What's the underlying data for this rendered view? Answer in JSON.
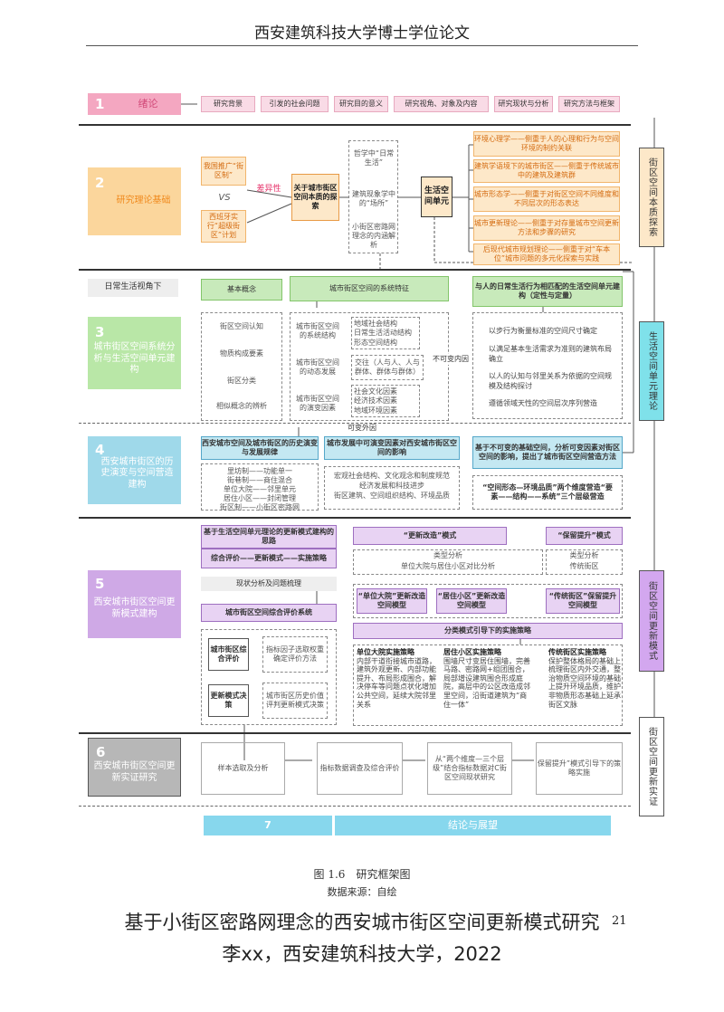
{
  "header": {
    "title": "西安建筑科技大学博士学位论文"
  },
  "row1": {
    "num": "1",
    "title": "绪论",
    "items": [
      "研究背景",
      "引发的社会问题",
      "研究目的意义",
      "研究视角、对象及内容",
      "研究现状与分析",
      "研究方法与框架"
    ]
  },
  "row2": {
    "num": "2",
    "title": "研究理论基础",
    "china": "我国推广“街区制”",
    "vs": "VS",
    "spain": "西班牙实行“超级街区”计划",
    "diff": "差异性",
    "essence": "关于城市街区空间本质的探索",
    "philo": "哲学中“日常生活”",
    "phenom": "建筑现象学中的“场所”",
    "small": "小街区密路网理念的内涵解析",
    "unit": "生活空间单元",
    "theories": [
      "环境心理学——侧重于人的心理和行为与空间环境的制约关联",
      "建筑学语境下的城市街区——侧重于传统城市中的建筑及建筑群",
      "城市形态学——侧重于对街区空间不同维度和不同层次的形态表达",
      "城市更新理论——侧重于对存量城市空间更新方法和步骤的研究",
      "后现代城市规划理论——侧重于对“车本位”城市问题的多元化探索与实践"
    ]
  },
  "side_labels": [
    "街区空间本质探索",
    "生活空间单元理论",
    "街区空间更新模式",
    "街区空间更新实证"
  ],
  "row3": {
    "num": "3",
    "title": "城市街区空间系统分析与生活空间单元建构",
    "perspective": "日常生活视角下",
    "basic": "基本概念",
    "system": "城市街区空间的系统特征",
    "match": "与人的日常生活行为相匹配的生活空间单元建构（定性与定量）",
    "concepts": [
      "街区空间认知",
      "物质构成要素",
      "街区分类",
      "相似概念的辨析"
    ],
    "feat_left": [
      "城市街区空间的系统结构",
      "城市街区空间的动态发展",
      "城市街区空间的演变因素"
    ],
    "struct": [
      "地域社会结构",
      "日常生活活动结构",
      "形态空间结构"
    ],
    "dynamic": [
      "交往（人与人、人与群体、群体与群体）"
    ],
    "evolve": [
      "社会文化因素",
      "经济技术因素",
      "地域环境因素"
    ],
    "invariant": "不可变内因",
    "variable": "可变外因",
    "methods": [
      "以步行为衡量标准的空间尺寸确定",
      "以满足基本生活需求为准则的建筑布局确立",
      "以人的认知与邻里关系为依据的空间规模及结构探讨",
      "遵循领域天性的空间层次序列营造"
    ]
  },
  "row4": {
    "num": "4",
    "title": "西安城市街区的历史演变与空间营造建构",
    "b1": "西安城市空间及城市街区的历史演变与发展规律",
    "b2": "城市发展中可演变因素对西安城市街区空间的影响",
    "b3": "基于不可变的基础空间，分析可变因素对街区空间的影响，提出了城市街区空间营造方法",
    "history": [
      "里坊制——功能单一",
      "街巷制——商住混合",
      "单位大院——邻里单元",
      "居住小区——封闭管理",
      "街区制——小街区密路网"
    ],
    "factors": [
      "宏观社会结构、文化观念和制度规范",
      "经济发展和科技进步",
      "街区建筑、空间组织结构、环境品质"
    ],
    "method": "“空间形态—环境品质”两个维度营造“要素——结构——系统”三个层级营造"
  },
  "row5": {
    "num": "5",
    "title": "西安城市街区空间更新模式建构",
    "top_left": "基于生活空间单元理论的更新模式建构的思路",
    "eval": "综合评价——更新模式——实施策略",
    "renov": "“更新改造”模式",
    "upgrade": "“保留提升”模式",
    "analysis": "现状分析及问题梳理",
    "types": "类型分析",
    "types_sub": "单位大院与居住小区对比分析",
    "types2": "类型分析",
    "types2_sub": "传统街区",
    "system": "城市街区空间综合评价系统",
    "m1": "“单位大院”更新改造空间模型",
    "m2": "“居住小区”更新改造空间模型",
    "m3": "“传统街区”保留提升空间模型",
    "strategy": "分类模式引导下的实施策略",
    "eval1": "城市街区综合评价",
    "eval1_d": "指标因子选取权重确定评价方法",
    "eval2": "更新模式决策",
    "eval2_d": "城市街区历史价值评判更新模式决策",
    "s1_t": "单位大院实施策略",
    "s1_d": "内部干道衔接城市道路，建筑外观更新、内部功能提升、布局形成围合，解决停车等问题点状化增加公共空间，延续大院邻里关系",
    "s2_t": "居住小区实施策略",
    "s2_d": "围墙尺寸变居住围墙，完善马路、密路网+组团围合，局部增设建筑围合形成庭院，高层中的公区改造成邻里空间，沿街道建筑为“商住一体”",
    "s3_t": "传统街区实施策略",
    "s3_d": "保护整体格局的基础上梳理街区内外交通，整治物质空间环境的基础上提升环境品质，维护非物质形态基础上延承街区文脉"
  },
  "row6": {
    "num": "6",
    "title": "西安城市街区空间更新实证研究",
    "steps": [
      "样本选取及分析",
      "指标数据调查及综合评价",
      "从“两个维度—三个层级”结合指标数据对C街区空间现状研究",
      "保留提升”模式引导下的策略实施"
    ]
  },
  "row7": {
    "num": "7",
    "title": "结论与展望"
  },
  "caption": {
    "figure": "图 1.6　研究框架图",
    "source": "数据来源：自绘"
  },
  "footer": {
    "title": "基于小街区密路网理念的西安城市街区空间更新模式研究",
    "page": "21",
    "author": "李xx，西安建筑科技大学，2022"
  }
}
